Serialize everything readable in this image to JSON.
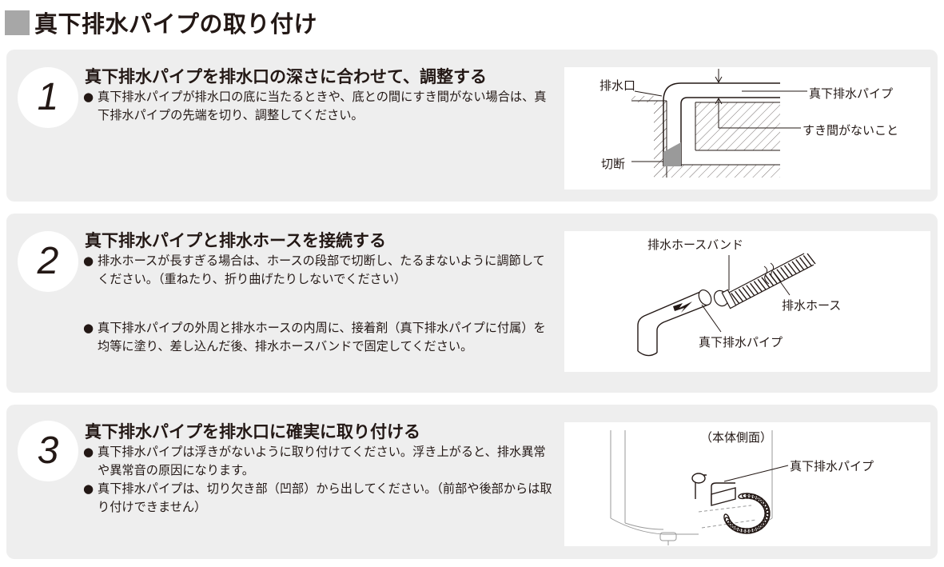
{
  "header": {
    "title": "真下排水パイプの取り付け"
  },
  "steps": [
    {
      "number": "1",
      "title": "真下排水パイプを排水口の深さに合わせて、調整する",
      "bullets": [
        "真下排水パイプが排水口の底に当たるときや、底との間にすき間がない場合は、真下排水パイプの先端を切り、調整してください。"
      ],
      "illustration": {
        "labels": {
          "drain": "排水口",
          "pipe": "真下排水パイプ",
          "gap": "すき間がないこと",
          "cut": "切断"
        }
      }
    },
    {
      "number": "2",
      "title": "真下排水パイプと排水ホースを接続する",
      "bullets": [
        "排水ホースが長すぎる場合は、ホースの段部で切断し、たるまないように調節してください。（重ねたり、折り曲げたりしないでください）",
        "真下排水パイプの外周と排水ホースの内周に、接着剤（真下排水パイプに付属）を均等に塗り、差し込んだ後、排水ホースバンドで固定してください。"
      ],
      "illustration": {
        "labels": {
          "band": "排水ホースバンド",
          "hose": "排水ホース",
          "pipe": "真下排水パイプ"
        }
      }
    },
    {
      "number": "3",
      "title": "真下排水パイプを排水口に確実に取り付ける",
      "bullets": [
        "真下排水パイプは浮きがないように取り付けてください。浮き上がると、排水異常や異常音の原因になります。",
        "真下排水パイプは、切り欠き部（凹部）から出してください。（前部や後部からは取り付けできません）"
      ],
      "illustration": {
        "labels": {
          "side": "（本体側面）",
          "pipe": "真下排水パイプ"
        }
      }
    }
  ],
  "bullet_mark": "●"
}
